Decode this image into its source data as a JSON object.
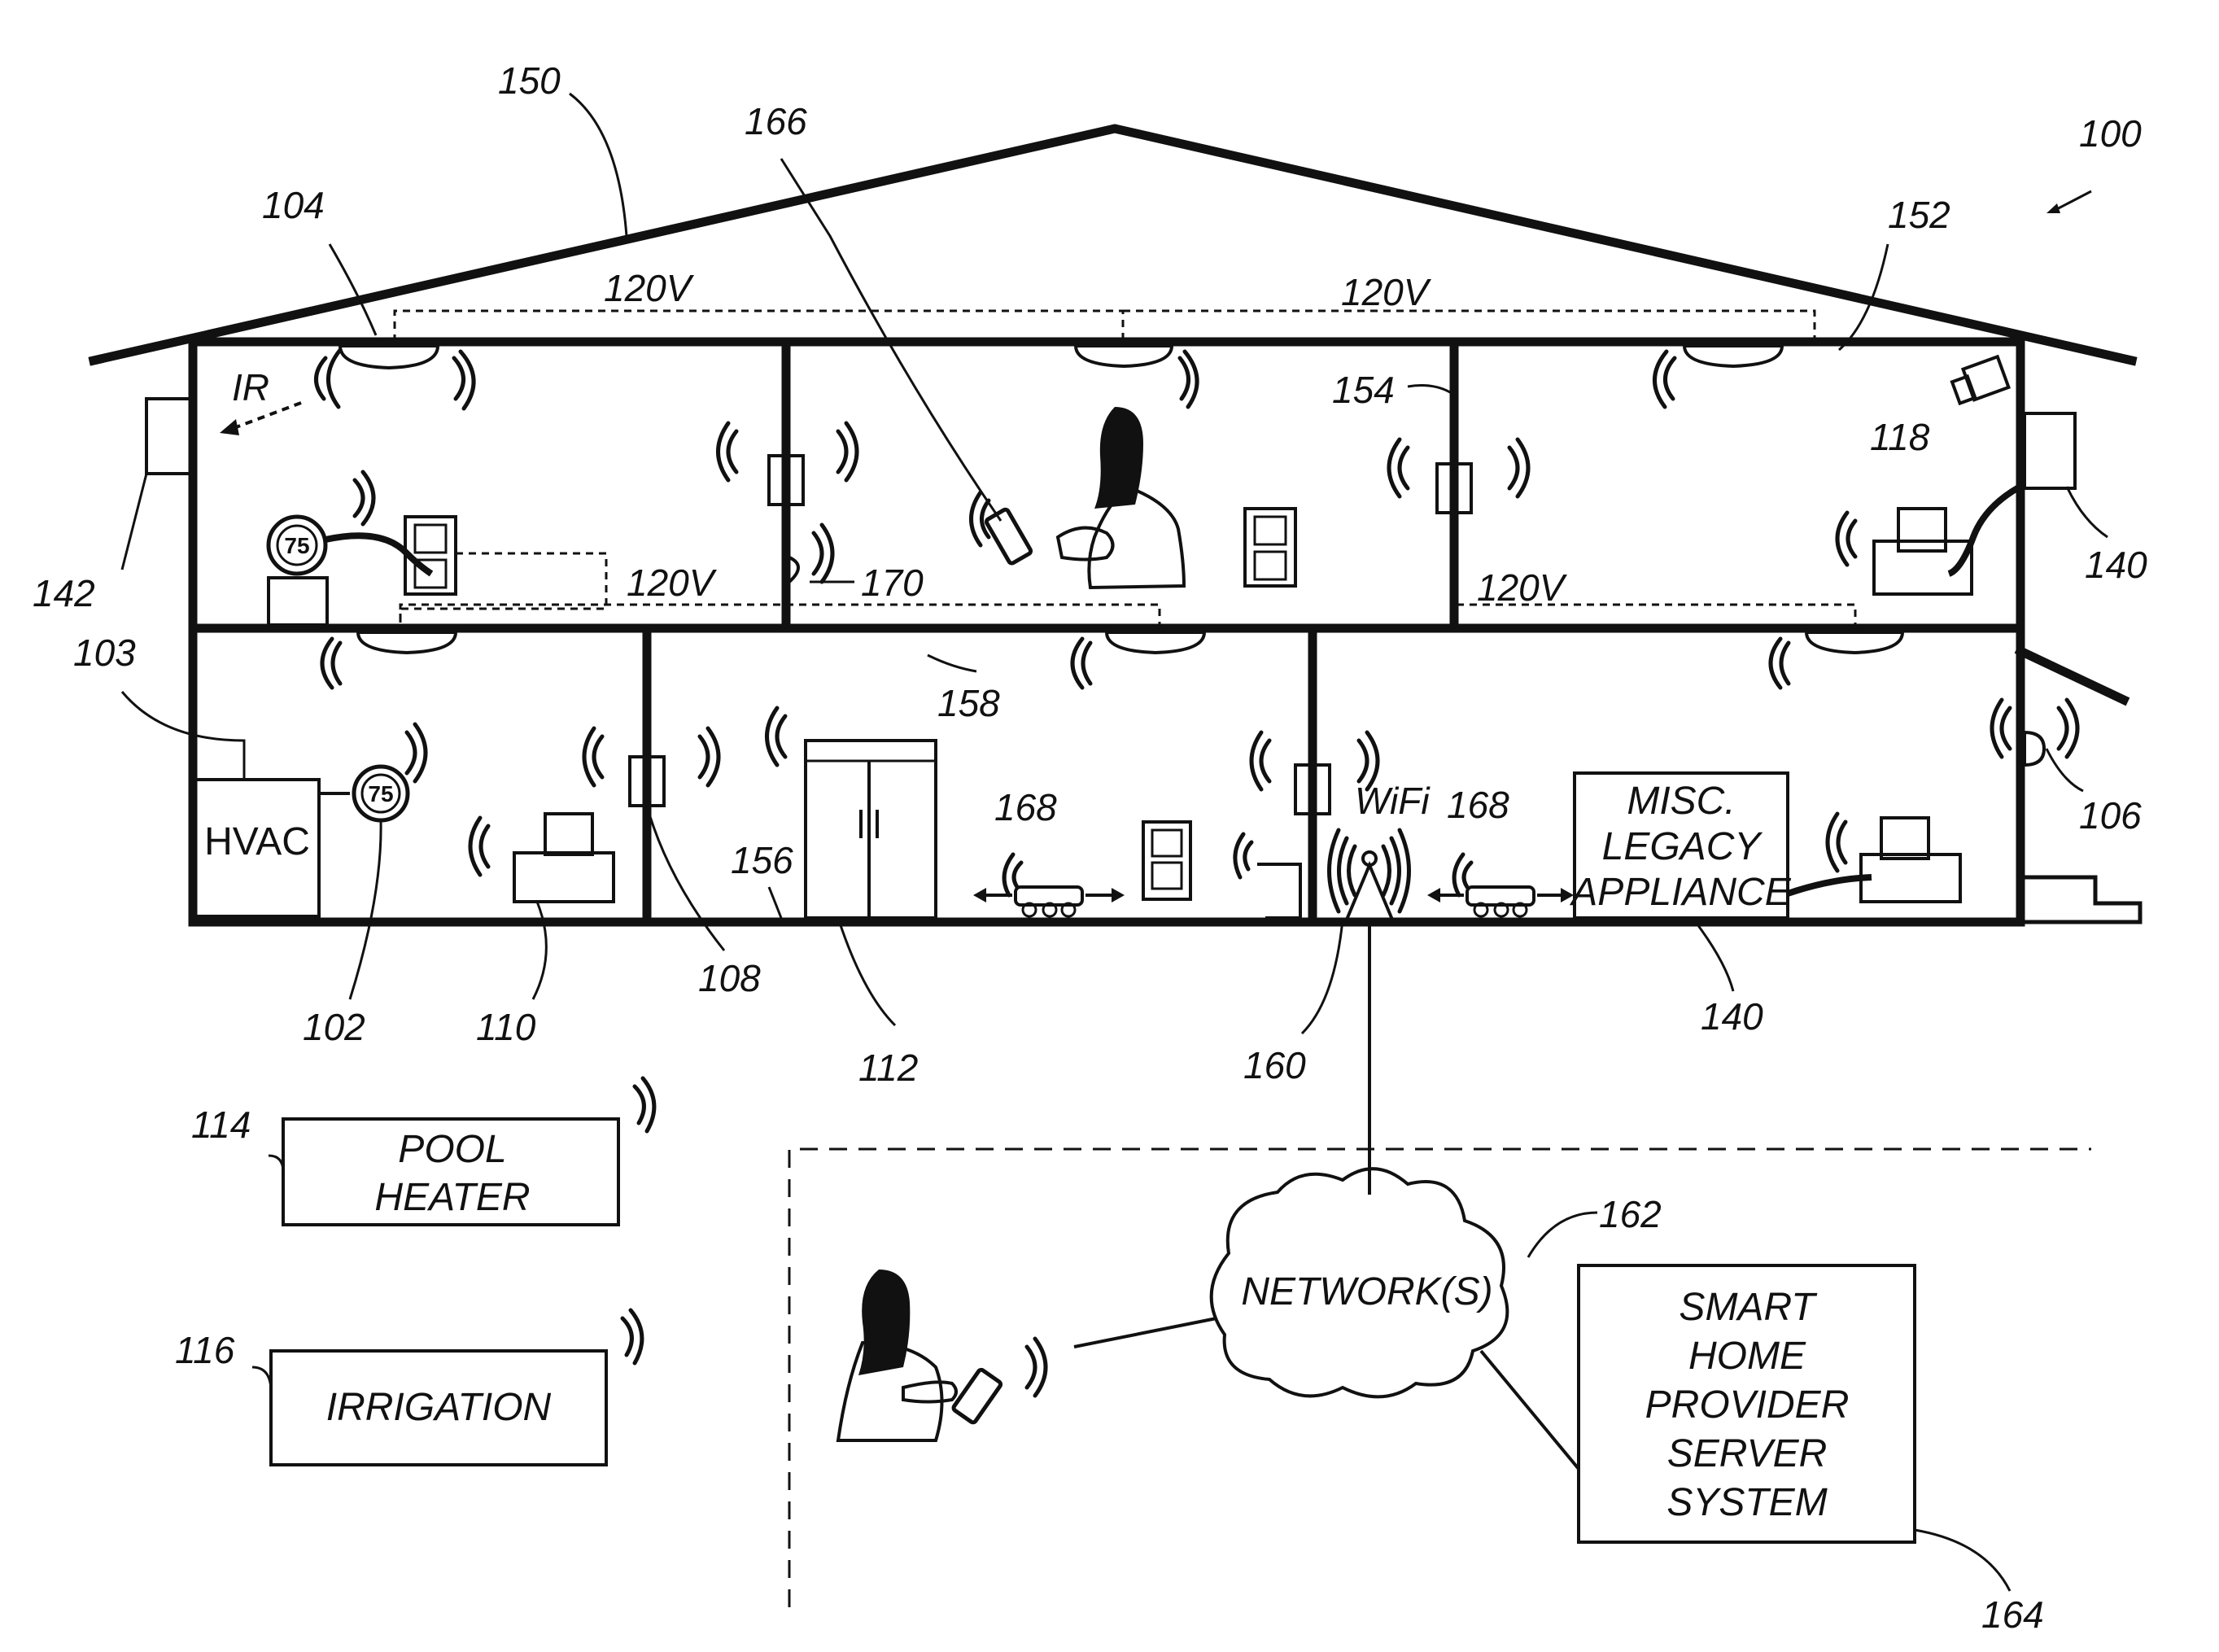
{
  "references": {
    "r100": "100",
    "r150": "150",
    "r166": "166",
    "r104": "104",
    "r152": "152",
    "r154": "154",
    "r118": "118",
    "r142": "142",
    "r140a": "140",
    "r170": "170",
    "r103": "103",
    "r158": "158",
    "r106": "106",
    "r168a": "168",
    "r168b": "168",
    "r156": "156",
    "r108": "108",
    "r102": "102",
    "r110": "110",
    "r112": "112",
    "r160": "160",
    "r140b": "140",
    "r114": "114",
    "r116": "116",
    "r162": "162",
    "r164": "164"
  },
  "voltages": {
    "v1": "120V",
    "v2": "120V",
    "v3": "120V",
    "v4": "120V"
  },
  "labels": {
    "ir": "IR",
    "wifi": "WiFi",
    "hvac": "HVAC",
    "thermostat_top": "75",
    "thermostat_bottom": "75"
  },
  "boxes": {
    "misc_legacy": [
      "MISC.",
      "LEGACY",
      "APPLIANCE"
    ],
    "pool_heater": [
      "POOL",
      "HEATER"
    ],
    "irrigation": [
      "IRRIGATION"
    ],
    "network": "NETWORK(S)",
    "server": [
      "SMART",
      "HOME",
      "PROVIDER",
      "SERVER",
      "SYSTEM"
    ]
  }
}
